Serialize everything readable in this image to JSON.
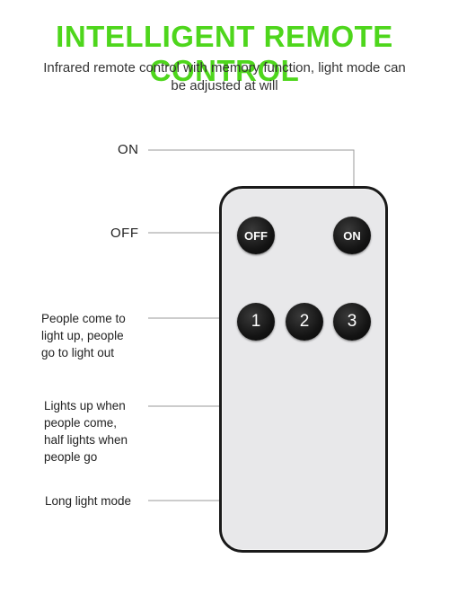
{
  "header": {
    "title": "INTELLIGENT REMOTE CONTROL",
    "subtitle": "Infrared remote control with memory function, light mode can be adjusted at will"
  },
  "callouts": {
    "on": "ON",
    "off": "OFF",
    "mode1_lines": [
      "People come to",
      "light up, people",
      "go to light out"
    ],
    "mode2_lines": [
      "Lights up when",
      "people come,",
      "half lights when",
      "people go"
    ],
    "mode3": "Long light mode"
  },
  "remote": {
    "off_button": "OFF",
    "on_button": "ON",
    "button_1": "1",
    "button_2": "2",
    "button_3": "3"
  },
  "colors": {
    "title": "#4ed61c",
    "remote_body": "#e8e8ea",
    "button": "#111111",
    "leader_line": "#9a9a9a"
  }
}
